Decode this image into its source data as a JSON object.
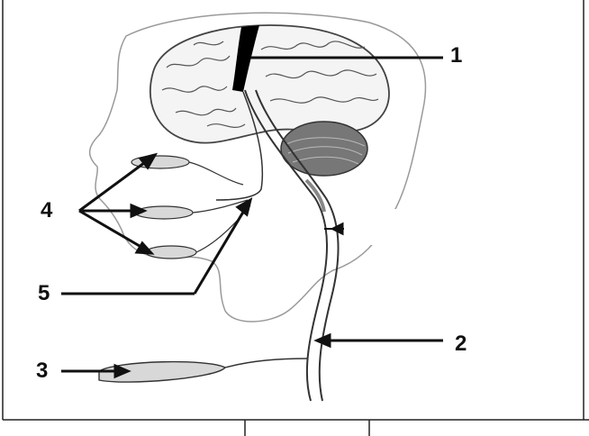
{
  "labels": {
    "l1": "1",
    "l2": "2",
    "l3": "3",
    "l4": "4",
    "l5": "5"
  },
  "colors": {
    "ink": "#111111",
    "outline": "#8a8a8a",
    "brain": "#444444",
    "cortex_dark": "#000000"
  }
}
